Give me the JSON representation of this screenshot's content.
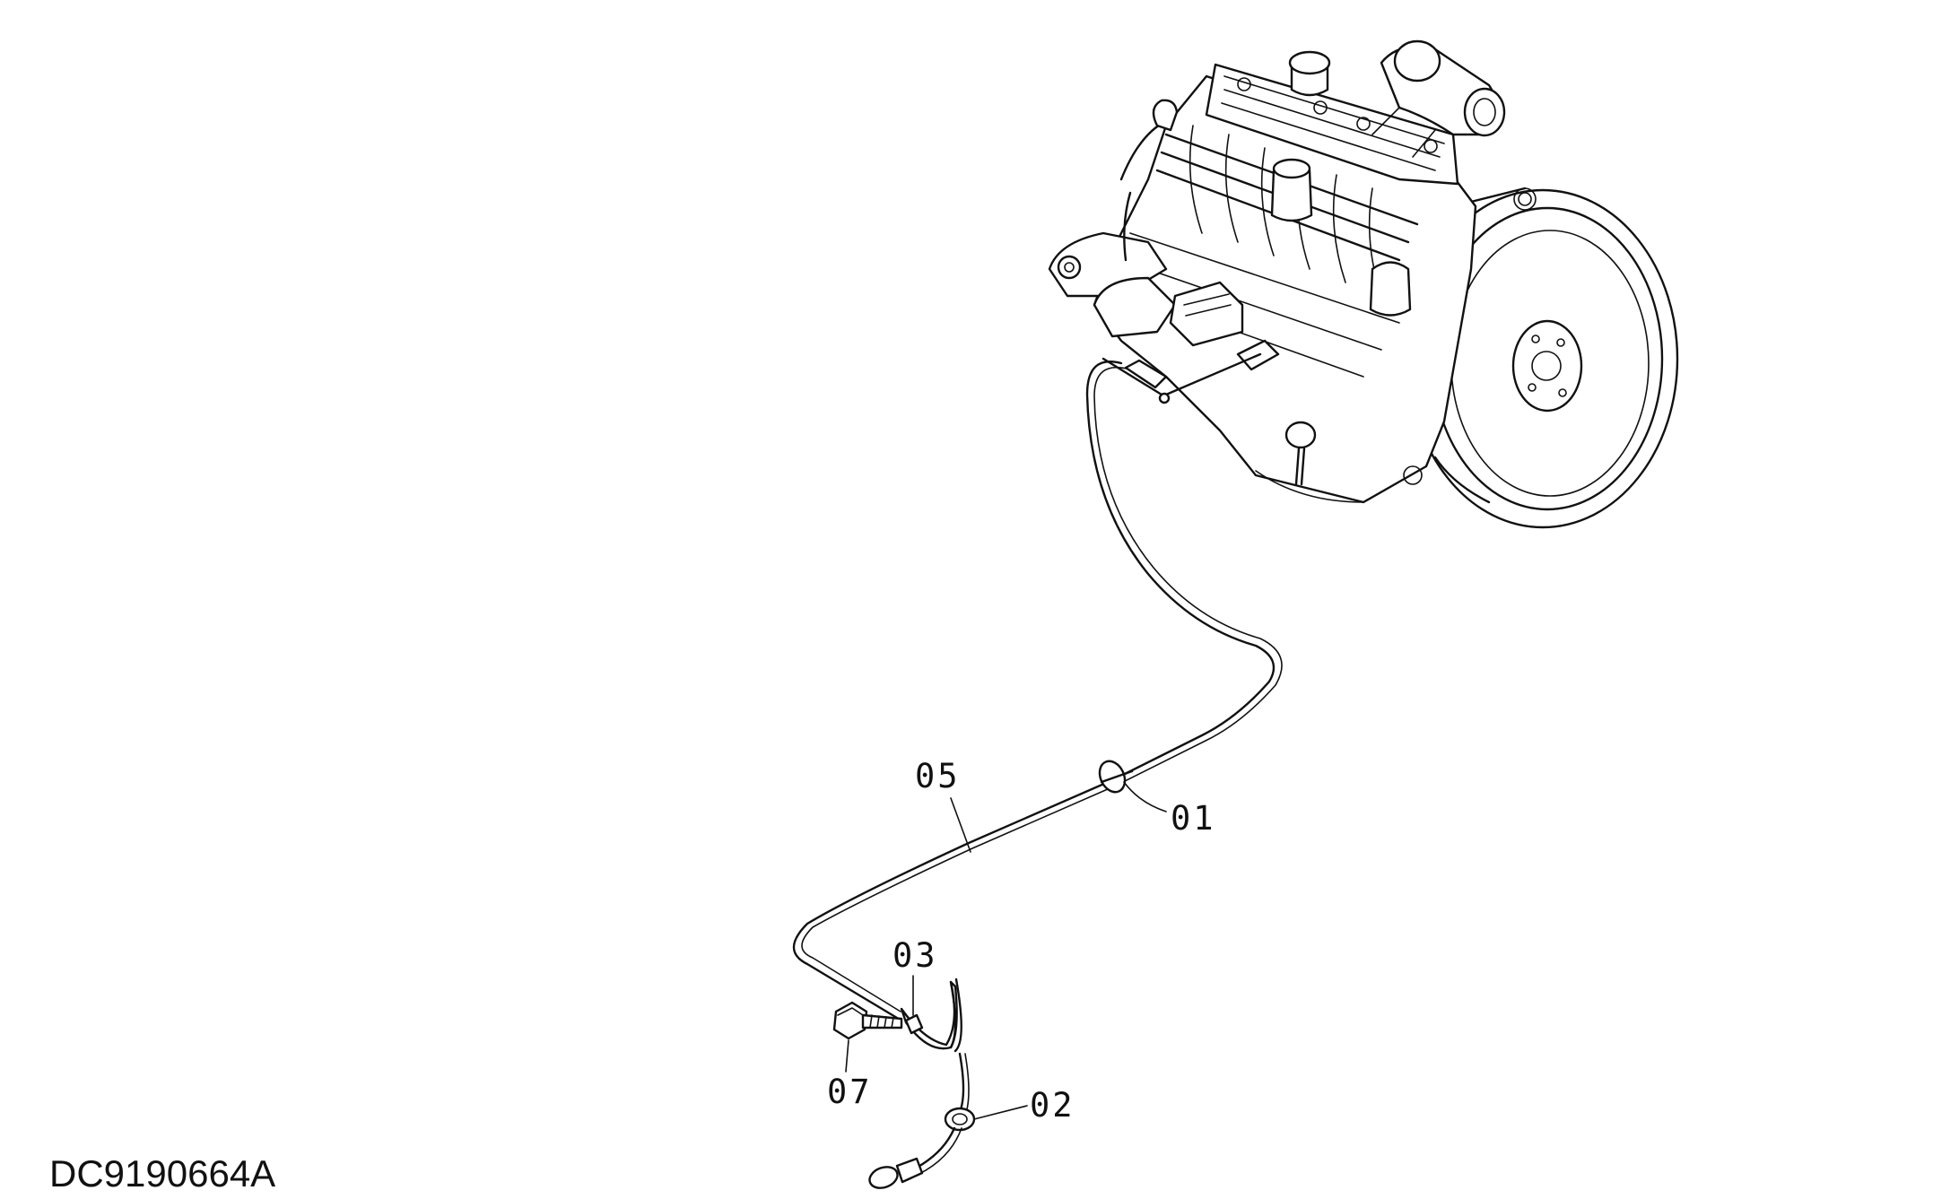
{
  "diagram": {
    "drawing_id": "DC9190664A",
    "callouts": {
      "c01": "01",
      "c02": "02",
      "c03": "03",
      "c05": "05",
      "c07": "07"
    }
  }
}
